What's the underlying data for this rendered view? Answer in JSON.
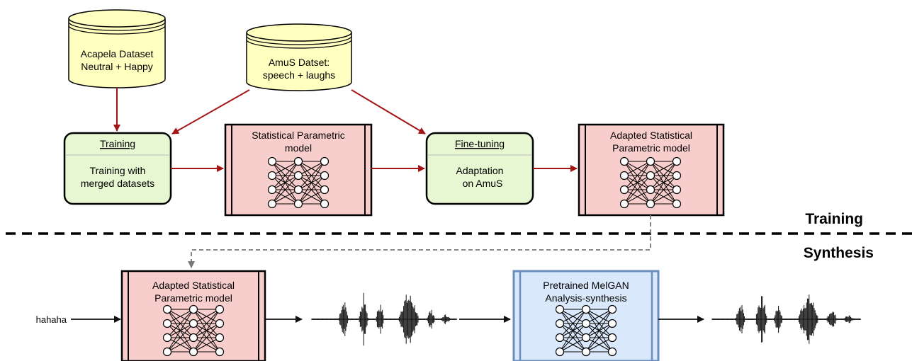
{
  "datasets": {
    "acapela": {
      "line1": "Acapela Dataset",
      "line2": "Neutral + Happy"
    },
    "amus": {
      "line1": "AmuS Datset:",
      "line2": "speech + laughs"
    }
  },
  "training_step": {
    "header": "Training",
    "line1": "Training with",
    "line2": "merged datasets"
  },
  "spm_model": {
    "line1": "Statistical Parametric",
    "line2": "model"
  },
  "finetune_step": {
    "header": "Fine-tuning",
    "line1": "Adaptation",
    "line2": "on AmuS"
  },
  "adapted_model": {
    "line1": "Adapted Statistical",
    "line2": "Parametric model"
  },
  "sections": {
    "training": "Training",
    "synthesis": "Synthesis"
  },
  "synthesis": {
    "input_text": "hahaha",
    "adapted_model": {
      "line1": "Adapted Statistical",
      "line2": "Parametric model"
    },
    "melgan": {
      "line1": "Pretrained MelGAN",
      "line2": "Analysis-synthesis"
    }
  },
  "colors": {
    "dataset_fill": "#ffffc0",
    "step_fill": "#e6f7d2",
    "model_fill": "#f8cecc",
    "melgan_fill": "#dae8fc",
    "melgan_border": "#6c8ebf",
    "arrow_red": "#a31515",
    "arrow_gray": "#777777"
  },
  "icons": {
    "network": "neural-network-icon",
    "waveform": "audio-waveform-icon"
  }
}
